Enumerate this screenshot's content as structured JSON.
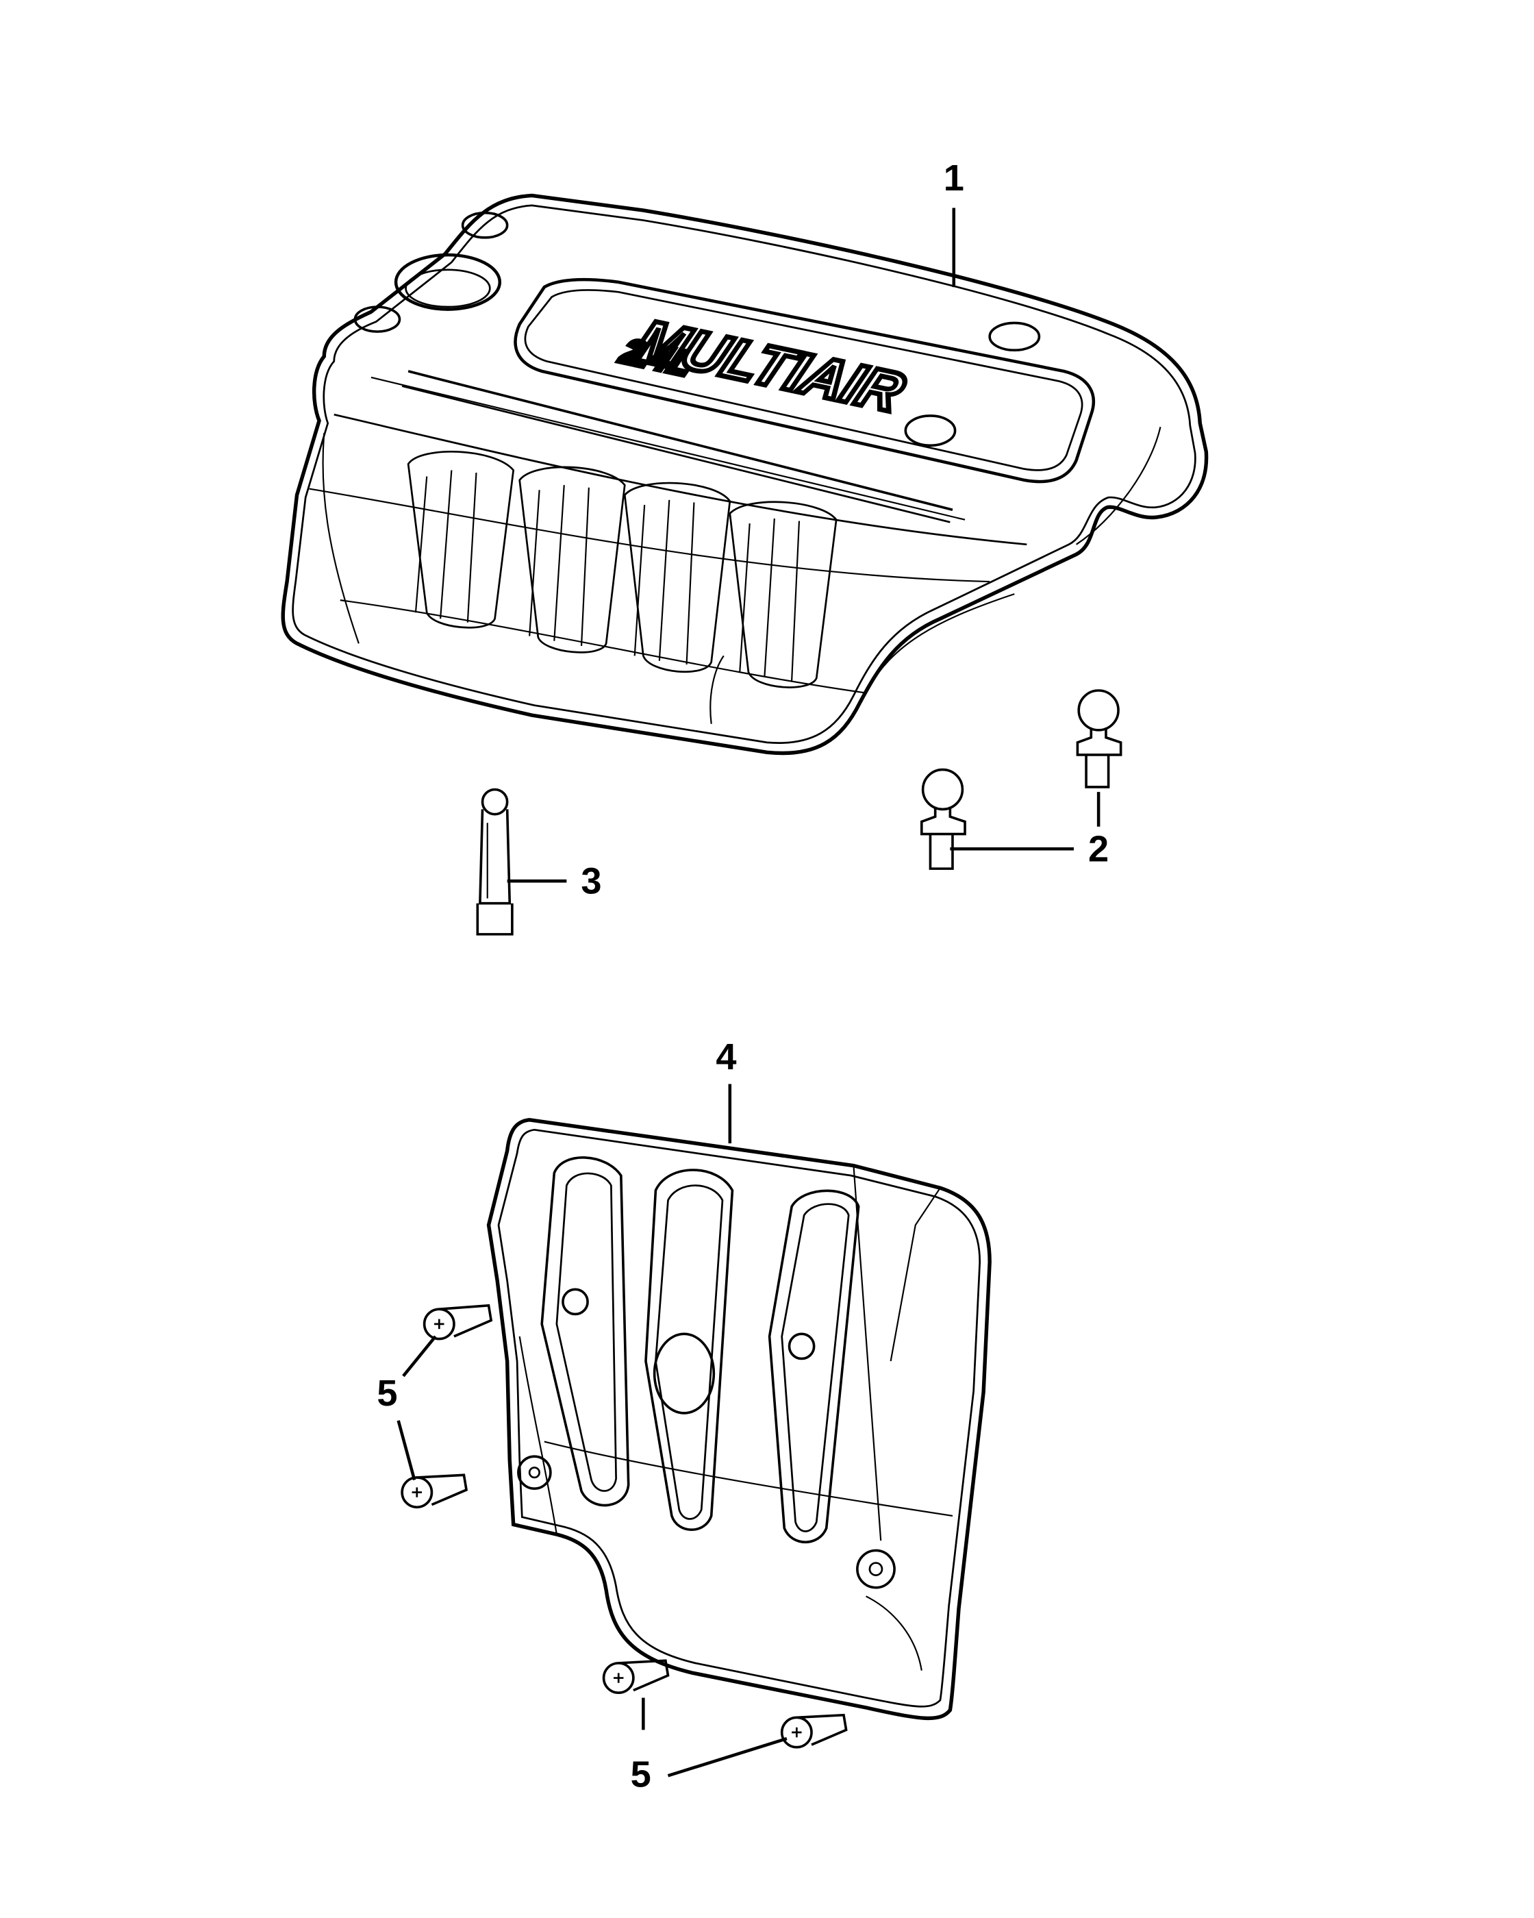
{
  "callouts": {
    "c1": "1",
    "c2": "2",
    "c3": "3",
    "c4": "4",
    "c5a": "5",
    "c5b": "5"
  },
  "emboss": {
    "line1": "MULTIAIR",
    "line2": "2.4L"
  },
  "colors": {
    "line": "#000000",
    "background": "#ffffff"
  }
}
